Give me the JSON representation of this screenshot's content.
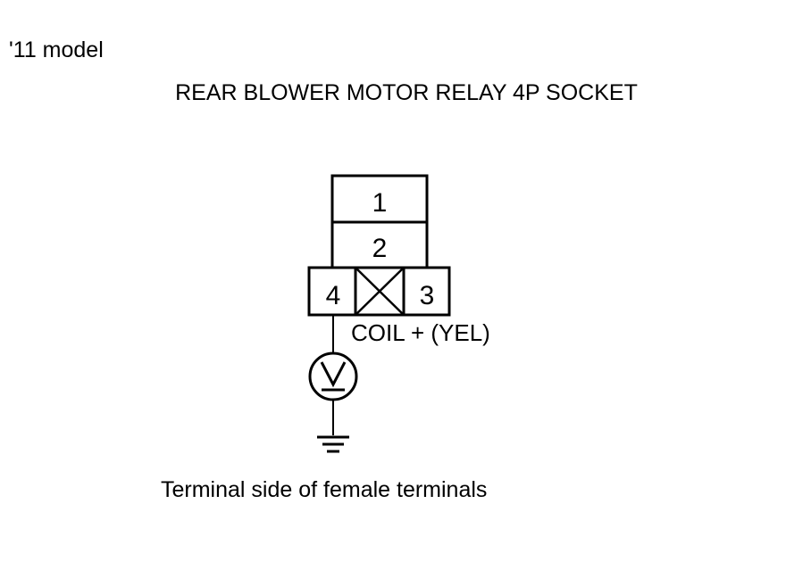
{
  "header": {
    "model": "'11 model",
    "title": "REAR BLOWER MOTOR RELAY 4P SOCKET"
  },
  "connector": {
    "pins": [
      "1",
      "2",
      "4",
      "3"
    ],
    "pin3_label": "COIL +  (YEL)",
    "meter_icon": "voltmeter-icon",
    "ground_icon": "ground-icon"
  },
  "footer": {
    "caption": "Terminal side of female terminals"
  }
}
